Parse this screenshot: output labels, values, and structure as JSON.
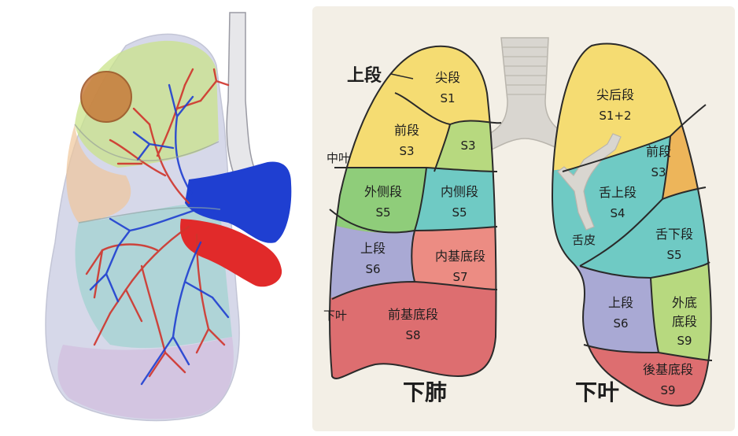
{
  "colors": {
    "panel_bg": "#f3efe6",
    "outline": "#2a2a2a",
    "trachea": "#d9d6d0",
    "yellow": "#f5dc72",
    "orange": "#edb55a",
    "green": "#8fcd7a",
    "teal": "#6fcac4",
    "lavender": "#a9a9d4",
    "salmon": "#ec8c83",
    "red": "#dd6e70",
    "lightgreen": "#b7d97f",
    "artery": "#d0342c",
    "vein": "#1f3fd1"
  },
  "labels": {
    "upper_lobe": "上段",
    "middle_lobe": "中叶",
    "lower_lobe": "下叶",
    "lingula": "舌皮",
    "bottom_left": "下肺",
    "bottom_right": "下叶"
  },
  "segments": {
    "r_apical": {
      "name": "尖段",
      "code": "S1"
    },
    "r_anterior": {
      "name": "前段",
      "code": "S3"
    },
    "r_posterior": {
      "name": "",
      "code": "S3"
    },
    "r_lateral": {
      "name": "外侧段",
      "code": "S5"
    },
    "r_medial": {
      "name": "内侧段",
      "code": "S5"
    },
    "r_superior": {
      "name": "上段",
      "code": "S6"
    },
    "r_medbasal": {
      "name": "内基底段",
      "code": "S7"
    },
    "r_antbasal": {
      "name": "前基底段",
      "code": "S8"
    },
    "l_apicopost": {
      "name": "尖后段",
      "code": "S1+2"
    },
    "l_anterior": {
      "name": "前段",
      "code": "S3"
    },
    "l_suplingula": {
      "name": "舌上段",
      "code": "S4"
    },
    "l_inflingula": {
      "name": "舌下段",
      "code": "S5"
    },
    "l_superior": {
      "name": "上段",
      "code": "S6"
    },
    "l_latbasal": {
      "name": "外底\n底段",
      "name_line1": "外底",
      "name_line2": "底段",
      "code": "S9"
    },
    "l_postbasal": {
      "name": "後基底段",
      "code": "S9"
    }
  }
}
